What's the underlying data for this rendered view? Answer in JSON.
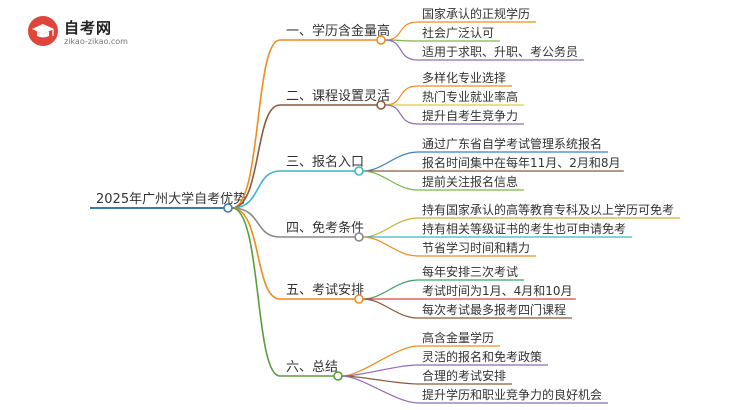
{
  "logo": {
    "title": "自考网",
    "url": "zikao-zikao.com"
  },
  "root": {
    "label": "2025年广州大学自考优势",
    "color": "#3c7aa8"
  },
  "branches": [
    {
      "label": "一、学历含金量高",
      "color": "#f08c1e",
      "children": [
        "国家承认的正规学历",
        "社会广泛认可",
        "适用于求职、升职、考公务员"
      ],
      "child_colors": [
        "#f08c1e",
        "#7ab648",
        "#8e6bb8"
      ]
    },
    {
      "label": "二、课程设置灵活",
      "color": "#8b5a3c",
      "children": [
        "多样化专业选择",
        "热门专业就业率高",
        "提升自考生竞争力"
      ],
      "child_colors": [
        "#f08c1e",
        "#e8c93a",
        "#8e6bb8"
      ]
    },
    {
      "label": "三、报名入口",
      "color": "#3bb6c9",
      "children": [
        "通过广东省自学考试管理系统报名",
        "报名时间集中在每年11月、2月和8月",
        "提前关注报名信息"
      ],
      "child_colors": [
        "#3a7fc4",
        "#8b5a3c",
        "#7ab648"
      ]
    },
    {
      "label": "四、免考条件",
      "color": "#888888",
      "children": [
        "持有国家承认的高等教育专科及以上学历可免考",
        "持有相关等级证书的考生也可申请免考",
        "节省学习时间和精力"
      ],
      "child_colors": [
        "#c9b23a",
        "#3bb6c9",
        "#f08c1e"
      ]
    },
    {
      "label": "五、考试安排",
      "color": "#f08c1e",
      "children": [
        "每年安排三次考试",
        "考试时间为1月、4月和10月",
        "每次考试最多报考四门课程"
      ],
      "child_colors": [
        "#3aa36a",
        "#e0453a",
        "#8b5a3c"
      ]
    },
    {
      "label": "六、总结",
      "color": "#5a9e3c",
      "children": [
        "高含金量学历",
        "灵活的报名和免考政策",
        "合理的考试安排",
        "提升学历和职业竞争力的良好机会"
      ],
      "child_colors": [
        "#f08c1e",
        "#8e6bb8",
        "#8b5a3c",
        "#8e6bb8"
      ]
    }
  ]
}
